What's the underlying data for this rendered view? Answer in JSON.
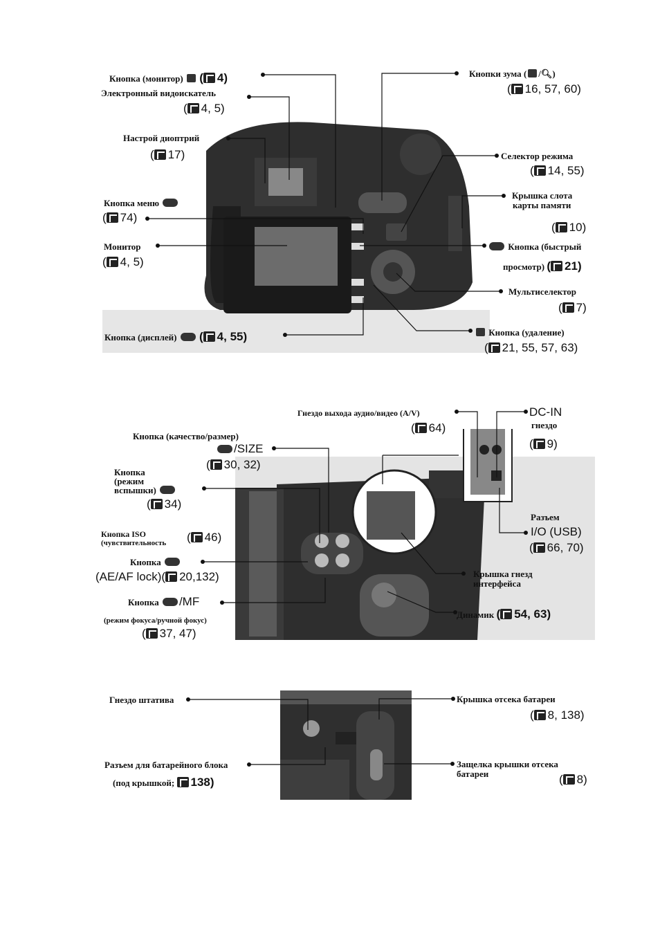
{
  "sec1": {
    "monitor_btn": {
      "label": "Кнопка (монитор)",
      "ref": "4)"
    },
    "evf": {
      "label": "Электронный видоискатель",
      "ref": "4, 5)"
    },
    "diopter": {
      "label": "Настрой диоптрий",
      "ref": "17)"
    },
    "menu_btn": {
      "label": "Кнопка меню",
      "ref": "74)"
    },
    "monitor": {
      "label": "Монитор",
      "ref": "4, 5)"
    },
    "display_btn": {
      "label": "Кнопка (дисплей)",
      "ref": "4, 55)"
    },
    "zoom": {
      "label": "Кнопки зума",
      "ref": "16, 57, 60)"
    },
    "mode": {
      "label": "Селектор режима",
      "ref": "14, 55)"
    },
    "card": {
      "label1": "Крышка слота",
      "label2": "карты памяти",
      "ref": "10)"
    },
    "quick": {
      "label1": "Кнопка (быстрый",
      "label2": "просмотр)",
      "ref": "21)"
    },
    "multi": {
      "label": "Мультиселектор",
      "ref": "7)"
    },
    "delete": {
      "label": "Кнопка (удаление)",
      "ref": "21, 55, 57, 63)"
    }
  },
  "sec2": {
    "av": {
      "label": "Гнездо выхода аудио/видео (A/V)",
      "ref": "64)"
    },
    "dcin": {
      "label1": "DC-IN",
      "label2": "гнездо",
      "ref": "9)"
    },
    "quality": {
      "label": "Кнопка (качество/размер)",
      "sub": "/SIZE",
      "ref": "30, 32)"
    },
    "flash": {
      "label1": "Кнопка",
      "label2": "(режим",
      "label3": "вспышки)",
      "ref": "34)"
    },
    "iso": {
      "label1": "Кнопка ISO",
      "label2": "(чувствительность",
      "ref": "46)"
    },
    "lock": {
      "label": "Кнопка",
      "sub": "(AE/AF lock)(",
      "ref": "20,132)"
    },
    "focus": {
      "label": "Кнопка",
      "sub": "/MF",
      "label2": "(режим фокуса/ручной фокус)",
      "ref": "37, 47)"
    },
    "usb": {
      "label1": "Разъем",
      "label2": "I/O (USB)",
      "ref": "66, 70)"
    },
    "cover": {
      "label1": "Крышка гнезд",
      "label2": "интерфейса"
    },
    "speaker": {
      "label": "Динамик",
      "ref": "54, 63)"
    }
  },
  "sec3": {
    "tripod": {
      "label": "Гнездо штатива"
    },
    "batt_conn": {
      "label1": "Разъем для батарейного блока",
      "label2": "(под крышкой;",
      "ref": "138)"
    },
    "batt_cover": {
      "label": "Крышка отсека батареи",
      "ref": "8, 138)"
    },
    "latch": {
      "label1": "Защелка крышки отсека",
      "label2": "батареи",
      "ref": "8)"
    }
  }
}
